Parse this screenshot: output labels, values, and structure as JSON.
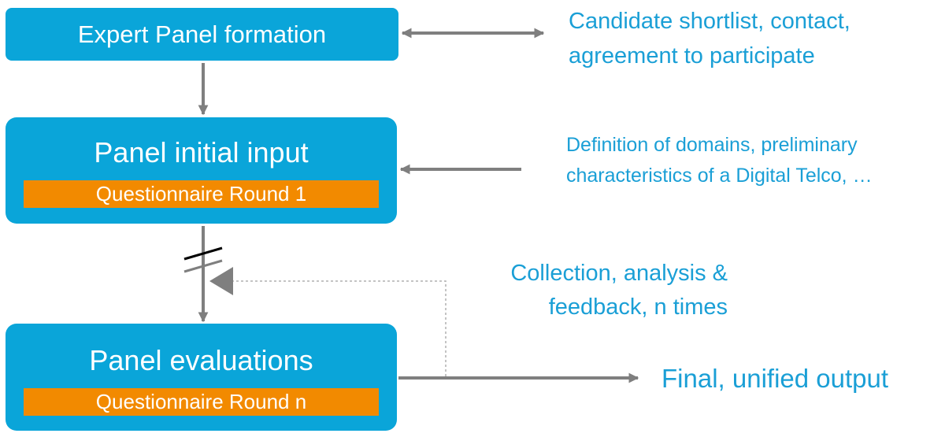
{
  "steps": {
    "formation": {
      "title": "Expert Panel formation"
    },
    "initial": {
      "title": "Panel initial input",
      "tag": "Questionnaire Round 1"
    },
    "evaluations": {
      "title": "Panel evaluations",
      "tag": "Questionnaire Round n"
    }
  },
  "notes": {
    "formation": [
      "Candidate shortlist, contact,",
      "agreement to participate"
    ],
    "initial": [
      "Definition of domains, preliminary",
      "characteristics of a Digital Telco, …"
    ],
    "feedback": [
      "Collection, analysis &",
      "feedback, n times"
    ],
    "output": "Final, unified output"
  },
  "colors": {
    "box": "#0aa5d9",
    "tag": "#f28a00",
    "note_text": "#1a9fd6",
    "arrow": "#7f7f7f",
    "dotted": "#b0b0b0"
  }
}
